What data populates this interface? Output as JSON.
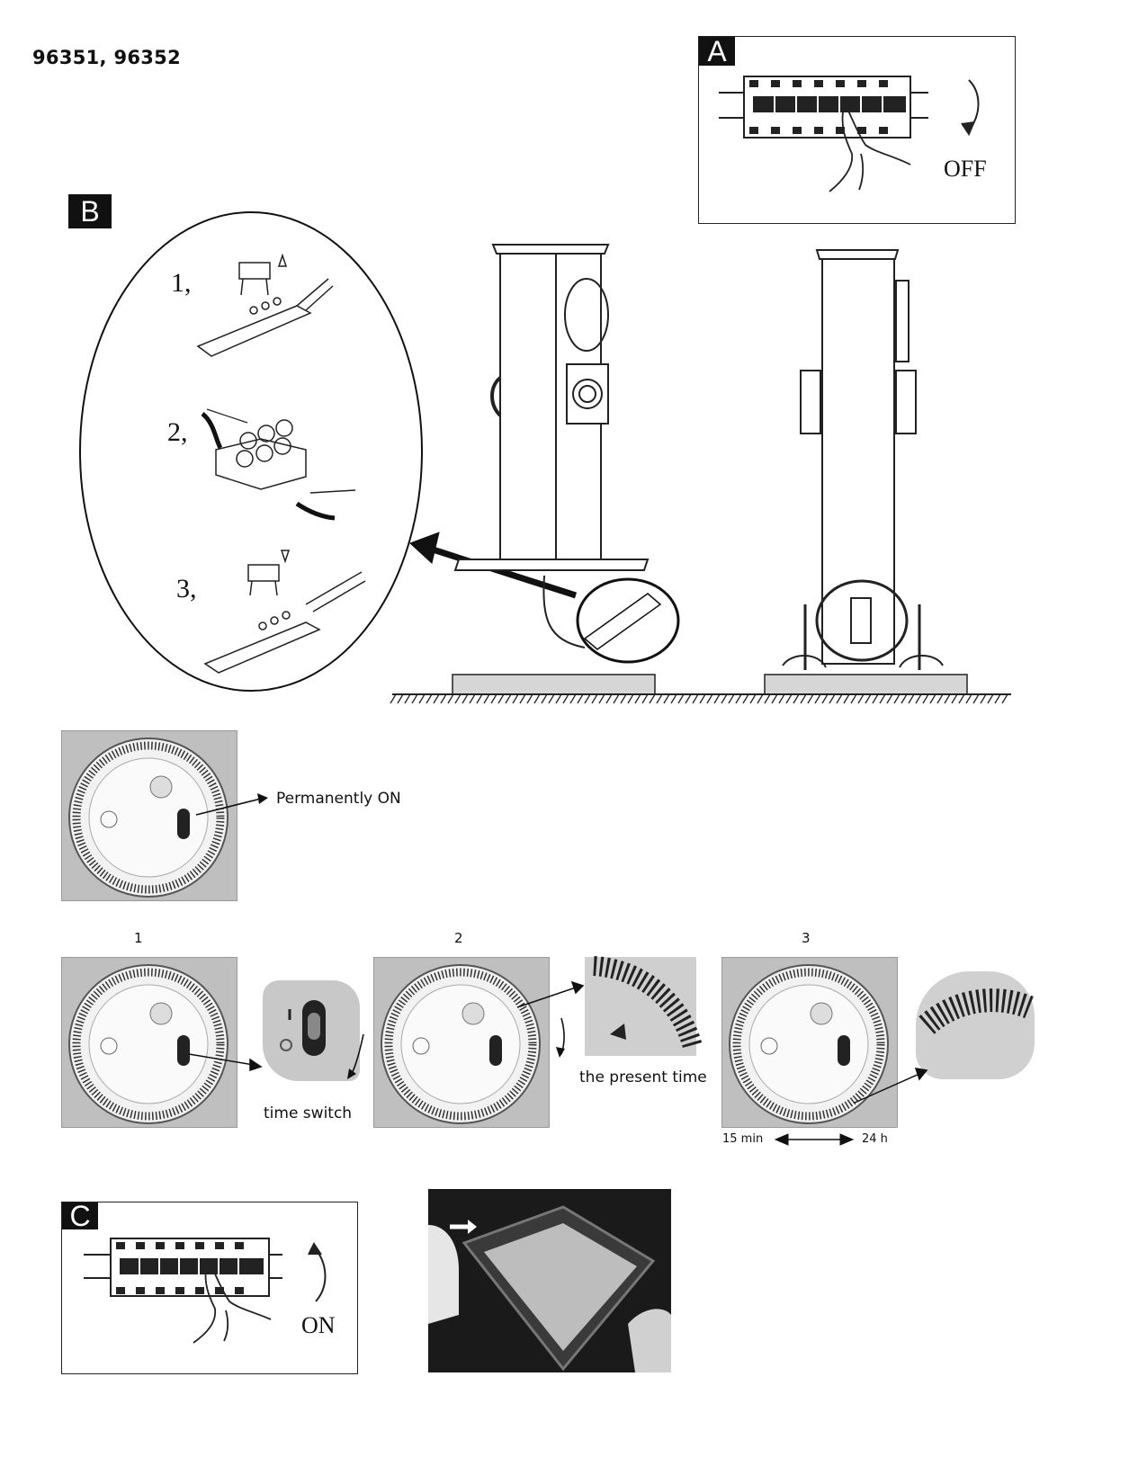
{
  "header": {
    "model_numbers": "96351, 96352"
  },
  "panel_a": {
    "tag": "A",
    "state_label": "OFF"
  },
  "panel_b": {
    "tag": "B",
    "steps": [
      "1,",
      "2,",
      "3,"
    ]
  },
  "timer_intro": {
    "label": "Permanently ON"
  },
  "timer_steps": {
    "step_numbers": [
      "1",
      "2",
      "3"
    ],
    "time_switch_label": "time switch",
    "present_time_label": "the present time",
    "range_min": "15 min",
    "range_max": "24 h"
  },
  "panel_c": {
    "tag": "C",
    "state_label": "ON"
  },
  "icons": [
    "hand-icon",
    "rotate-arrow-icon",
    "double-arrow-icon",
    "timer-dial-icon"
  ]
}
